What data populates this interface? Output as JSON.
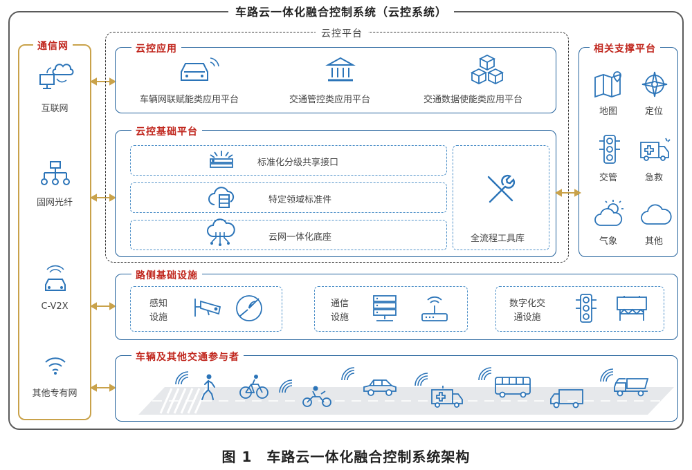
{
  "title": "车路云一体化融合控制系统（云控系统）",
  "caption": "图 1　车路云一体化融合控制系统架构",
  "comm_network": {
    "title": "通信网",
    "items": [
      "互联网",
      "固网光纤",
      "C-V2X",
      "其他专有网"
    ]
  },
  "cloud_platform": {
    "title": "云控平台",
    "apps": {
      "title": "云控应用",
      "items": [
        "车辆网联赋能类应用平台",
        "交通管控类应用平台",
        "交通数据使能类应用平台"
      ]
    },
    "base": {
      "title": "云控基础平台",
      "rows": [
        "标准化分级共享接口",
        "特定领域标准件",
        "云网一体化底座"
      ],
      "toolbox": "全流程工具库"
    }
  },
  "support": {
    "title": "相关支撑平台",
    "items": [
      "地图",
      "定位",
      "交管",
      "急救",
      "气象",
      "其他"
    ]
  },
  "roadside": {
    "title": "路侧基础设施",
    "groups": [
      "感知\n设施",
      "通信\n设施",
      "数字化交\n通设施"
    ]
  },
  "vehicles": {
    "title": "车辆及其他交通参与者"
  },
  "colors": {
    "gold": "#c9a24a",
    "blue": "#1f5f9a",
    "red": "#c0261d",
    "icon": "#2b74b8"
  },
  "icons": [
    "car-icon",
    "bank-icon",
    "cubes-icon",
    "computer-cloud-icon",
    "network-tree-icon",
    "car-signal-icon",
    "wifi-icon",
    "map-icon",
    "compass-icon",
    "traffic-light-icon",
    "ambulance-icon",
    "weather-icon",
    "cloud-icon",
    "interface-icon",
    "cloud-server-icon",
    "cloud-network-icon",
    "tools-icon",
    "camera-icon",
    "radar-icon",
    "server-rack-icon",
    "router-icon",
    "gantry-icon",
    "pedestrian-icon",
    "bicycle-icon",
    "motorcycle-icon",
    "bus-icon",
    "truck-icon"
  ]
}
